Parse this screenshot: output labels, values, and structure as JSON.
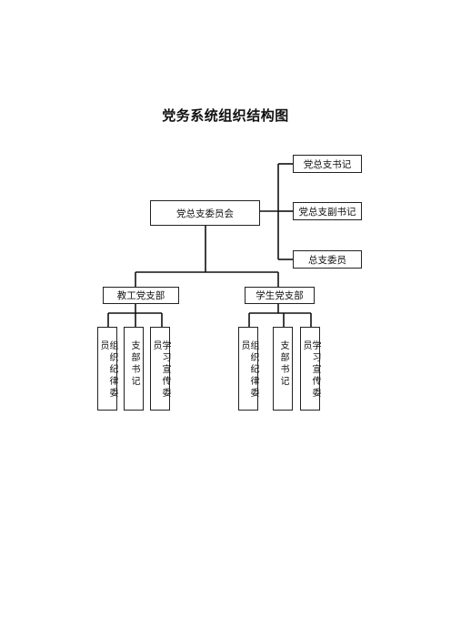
{
  "title": "党务系统组织结构图",
  "committee": "党总支委员会",
  "side_roles": [
    "党总支书记",
    "党总支副书记",
    "总支委员"
  ],
  "branches": [
    {
      "name": "教工党支部",
      "members": [
        "组织纪律委员",
        "支部书记",
        "学习宣传委员"
      ]
    },
    {
      "name": "学生党支部",
      "members": [
        "组织纪律委员",
        "支部书记",
        "学习宣传委员"
      ]
    }
  ]
}
